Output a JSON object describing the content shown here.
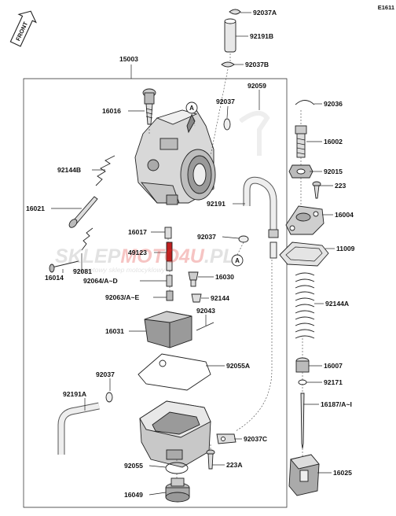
{
  "code": "E1611",
  "front_label": "FRONT",
  "watermark": {
    "brand_a": "SKLEP",
    "brand_b": "MOTO",
    "brand_c": "4U",
    "brand_d": ".PL",
    "tagline": "internetowy sklep motocyklowy"
  },
  "assembly_label": "15003",
  "circle_marker": "A",
  "callouts": {
    "p92037A": "92037A",
    "p92191B": "92191B",
    "p92037B": "92037B",
    "p15003": "15003",
    "p92059": "92059",
    "p92037_top": "92037",
    "p92036": "92036",
    "p16016": "16016",
    "p16002": "16002",
    "p92144B": "92144B",
    "p92015": "92015",
    "p223": "223",
    "p16021": "16021",
    "p92191": "92191",
    "p16004": "16004",
    "p16017": "16017",
    "p92037_mid": "92037",
    "p11009": "11009",
    "p49123": "49123",
    "p16014": "16014",
    "p92081": "92081",
    "p92064": "92064/A~D",
    "p16030": "16030",
    "p92063": "92063/A~E",
    "p92144": "92144",
    "p92144A": "92144A",
    "p92043": "92043",
    "p16031": "16031",
    "p92055A": "92055A",
    "p16007": "16007",
    "p92037_low": "92037",
    "p92171": "92171",
    "p92191A": "92191A",
    "p16187": "16187/A~I",
    "p92037C": "92037C",
    "p92055": "92055",
    "p223A": "223A",
    "p16025": "16025",
    "p16049": "16049"
  }
}
